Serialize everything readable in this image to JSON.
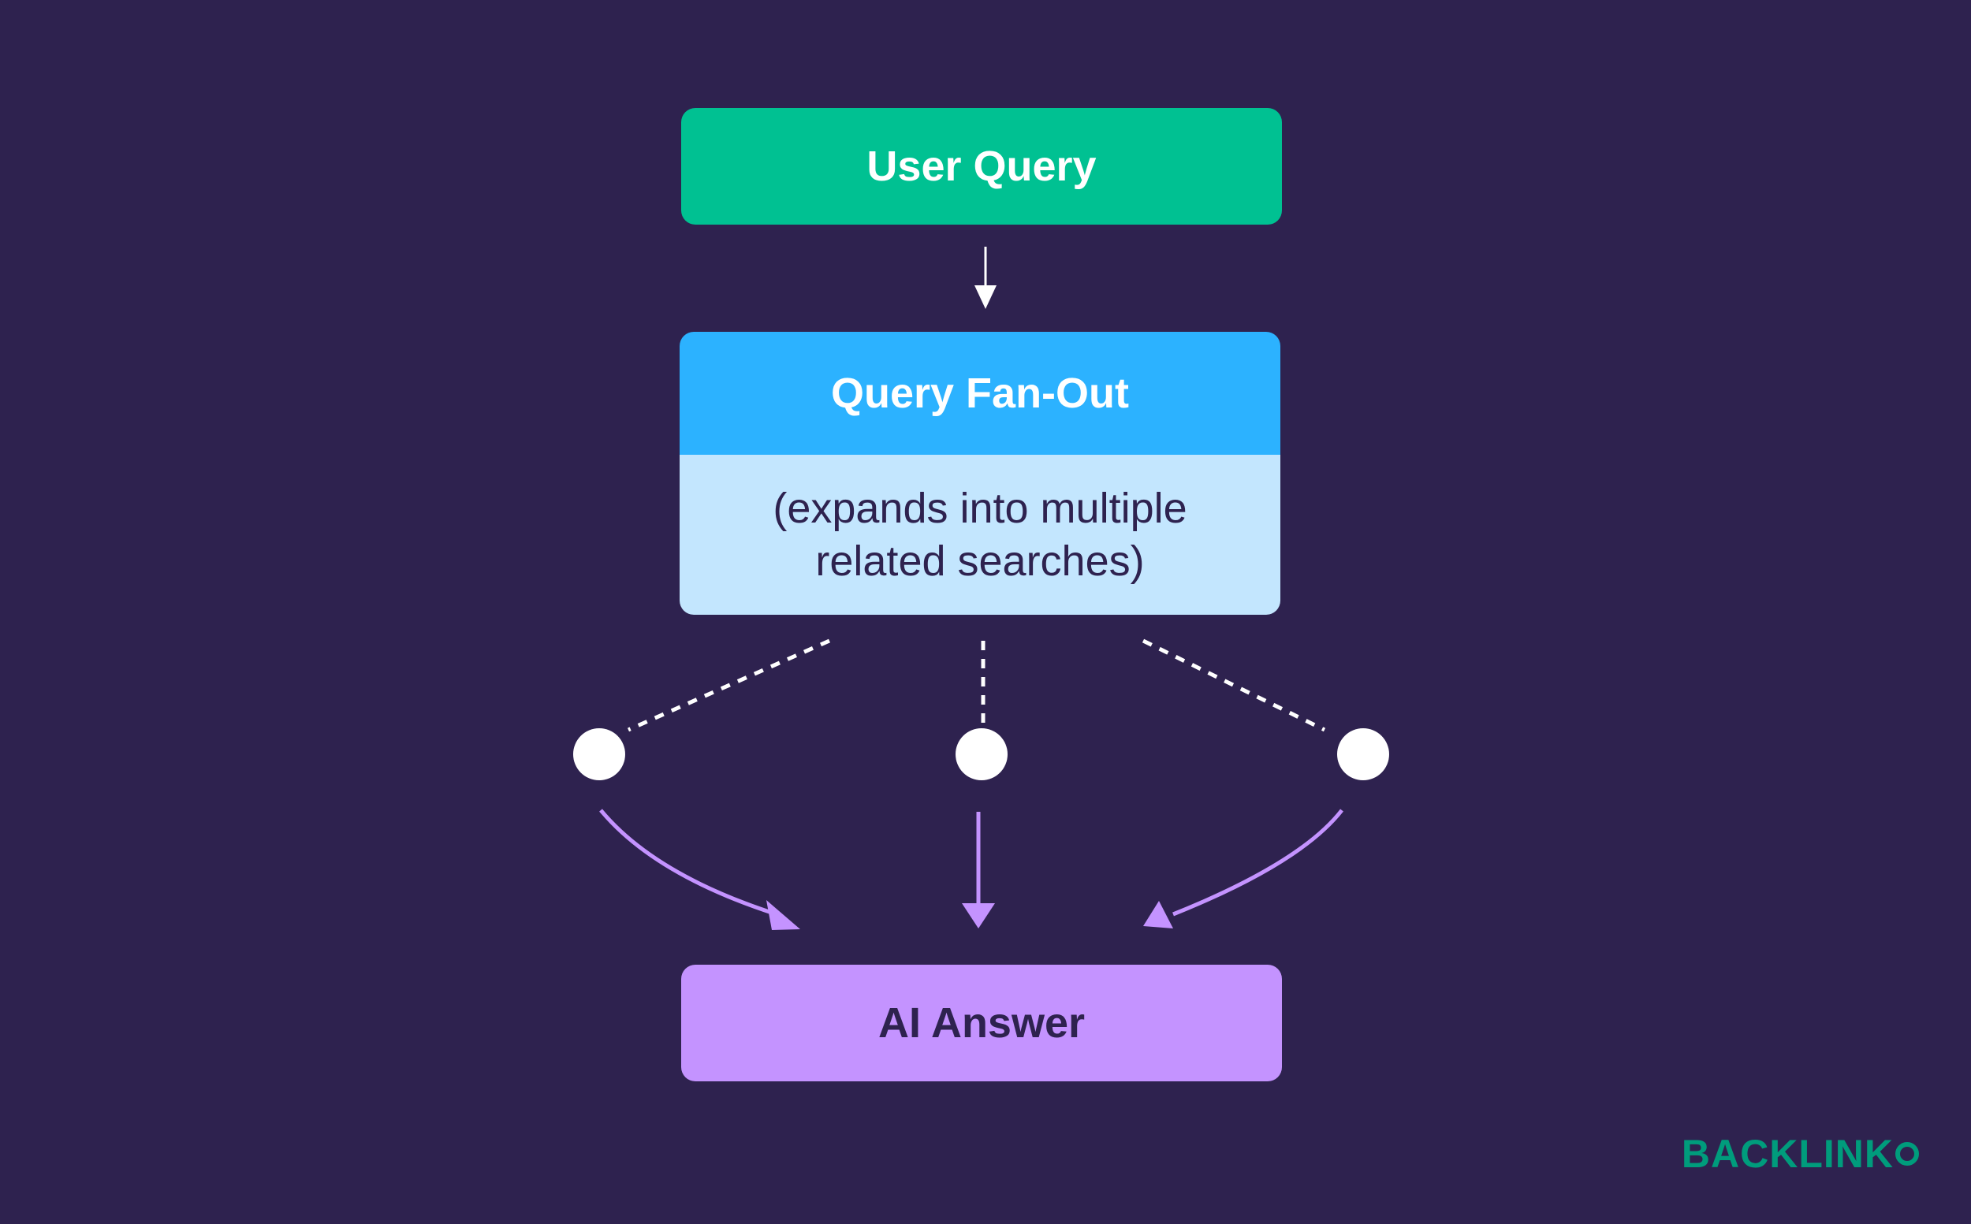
{
  "colors": {
    "background": "#2e224f",
    "user_query": "#00c192",
    "fanout_header": "#2cb2ff",
    "fanout_body": "#c3e6fe",
    "ai_answer": "#c493ff",
    "purple_arrow": "#c493ff",
    "brand": "#009c7c"
  },
  "nodes": {
    "user_query": "User Query",
    "fanout_title": "Query Fan-Out",
    "fanout_desc_line1": "(expands into multiple",
    "fanout_desc_line2": "related searches)",
    "ai_answer": "AI Answer"
  },
  "brand": {
    "name": "BACKLINK",
    "logo_icon": "ring-o-icon"
  }
}
